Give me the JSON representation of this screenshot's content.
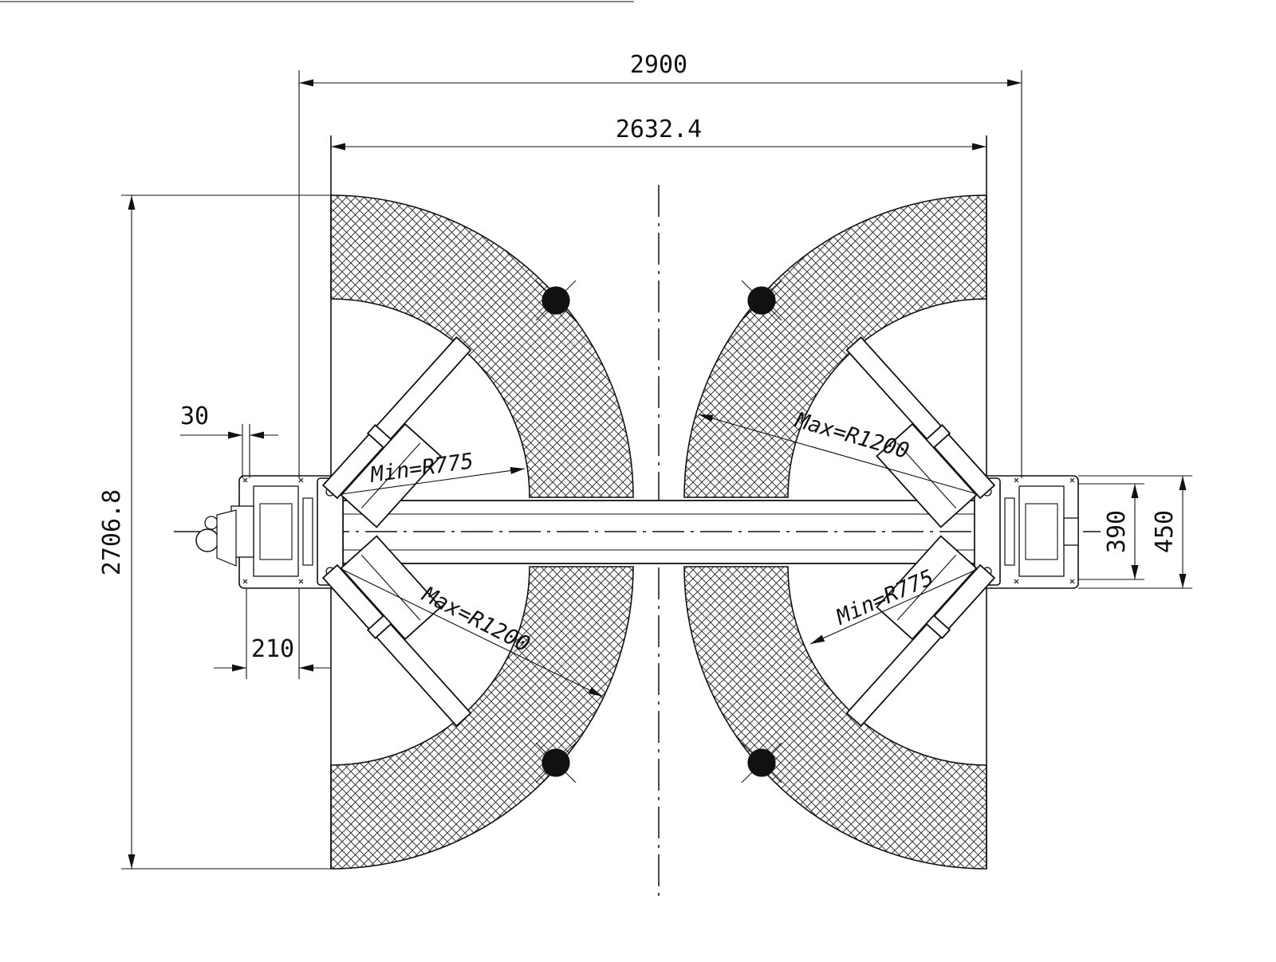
{
  "dimensions": {
    "overall_width": "2900",
    "inner_width": "2632.4",
    "overall_height": "2706.8",
    "column_offset": "30",
    "base_depth": "210",
    "beam_width_inner": "390",
    "beam_width_outer": "450"
  },
  "radii": {
    "upper_left": "Min=R775",
    "lower_left": "Max=R1200",
    "upper_right": "Max=R1200",
    "lower_right": "Min=R775"
  }
}
